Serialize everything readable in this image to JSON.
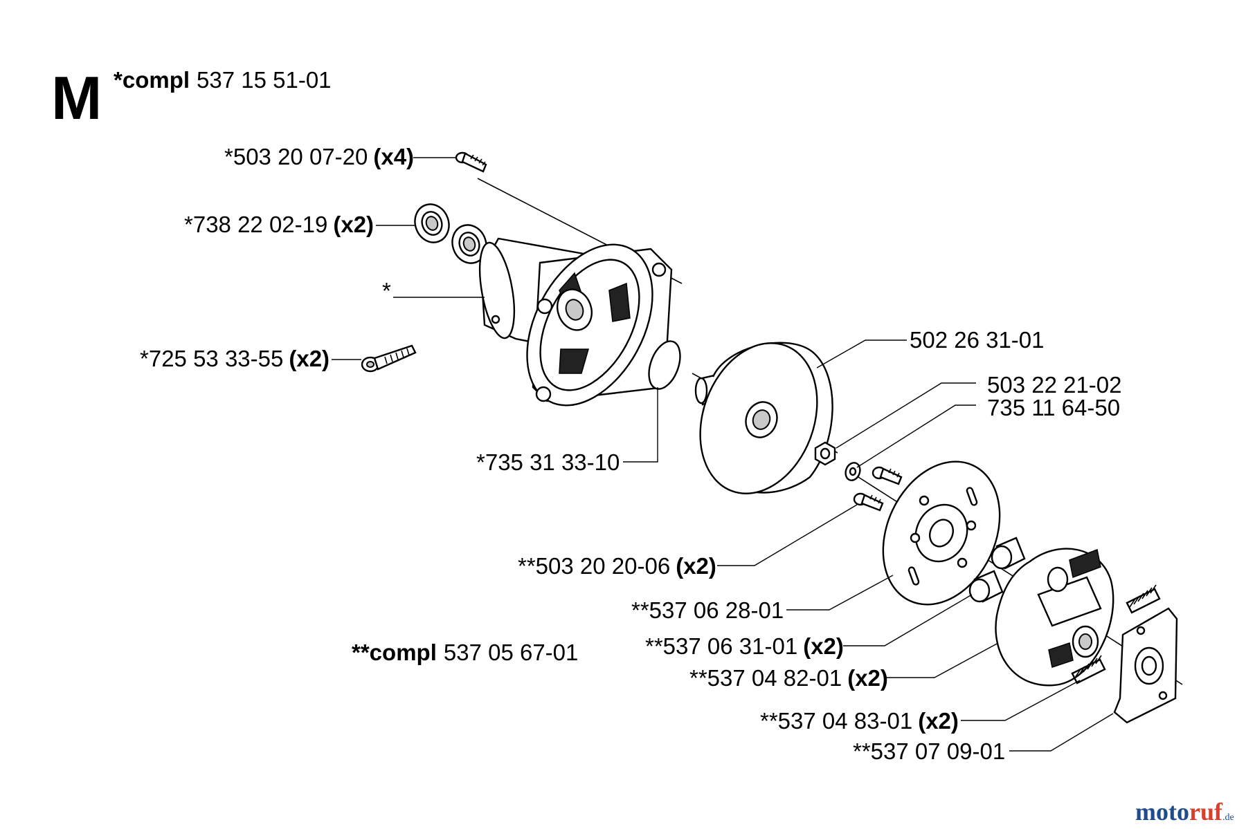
{
  "section": {
    "letter": "M",
    "assembly_prefix": "*compl",
    "assembly_number": "537 15 51-01"
  },
  "subassembly": {
    "prefix": "**compl",
    "number": "537 05 67-01"
  },
  "callouts": [
    {
      "id": "screw-4",
      "number": "*503 20 07-20",
      "qty": "(x4)"
    },
    {
      "id": "bearing",
      "number": "*738 22 02-19",
      "qty": "(x2)"
    },
    {
      "id": "housing",
      "number": "*",
      "qty": ""
    },
    {
      "id": "screw-2",
      "number": "*725 53 33-55",
      "qty": "(x2)"
    },
    {
      "id": "clutch-drum",
      "number": "502 26 31-01",
      "qty": ""
    },
    {
      "id": "nut",
      "number": "503 22 21-02",
      "qty": ""
    },
    {
      "id": "washer",
      "number": "735 11 64-50",
      "qty": ""
    },
    {
      "id": "circlip",
      "number": "*735 31 33-10",
      "qty": ""
    },
    {
      "id": "clutch-screw",
      "number": "**503 20 20-06",
      "qty": "(x2)"
    },
    {
      "id": "clutch-plate",
      "number": "**537 06 28-01",
      "qty": ""
    },
    {
      "id": "bushing",
      "number": "**537 06 31-01",
      "qty": "(x2)"
    },
    {
      "id": "clutch-shoe",
      "number": "**537 04 82-01",
      "qty": "(x2)"
    },
    {
      "id": "spring",
      "number": "**537 04 83-01",
      "qty": "(x2)"
    },
    {
      "id": "bracket",
      "number": "**537 07 09-01",
      "qty": ""
    }
  ],
  "watermark": {
    "part1": "moto",
    "part2": "ruf",
    "suffix": ".de"
  }
}
